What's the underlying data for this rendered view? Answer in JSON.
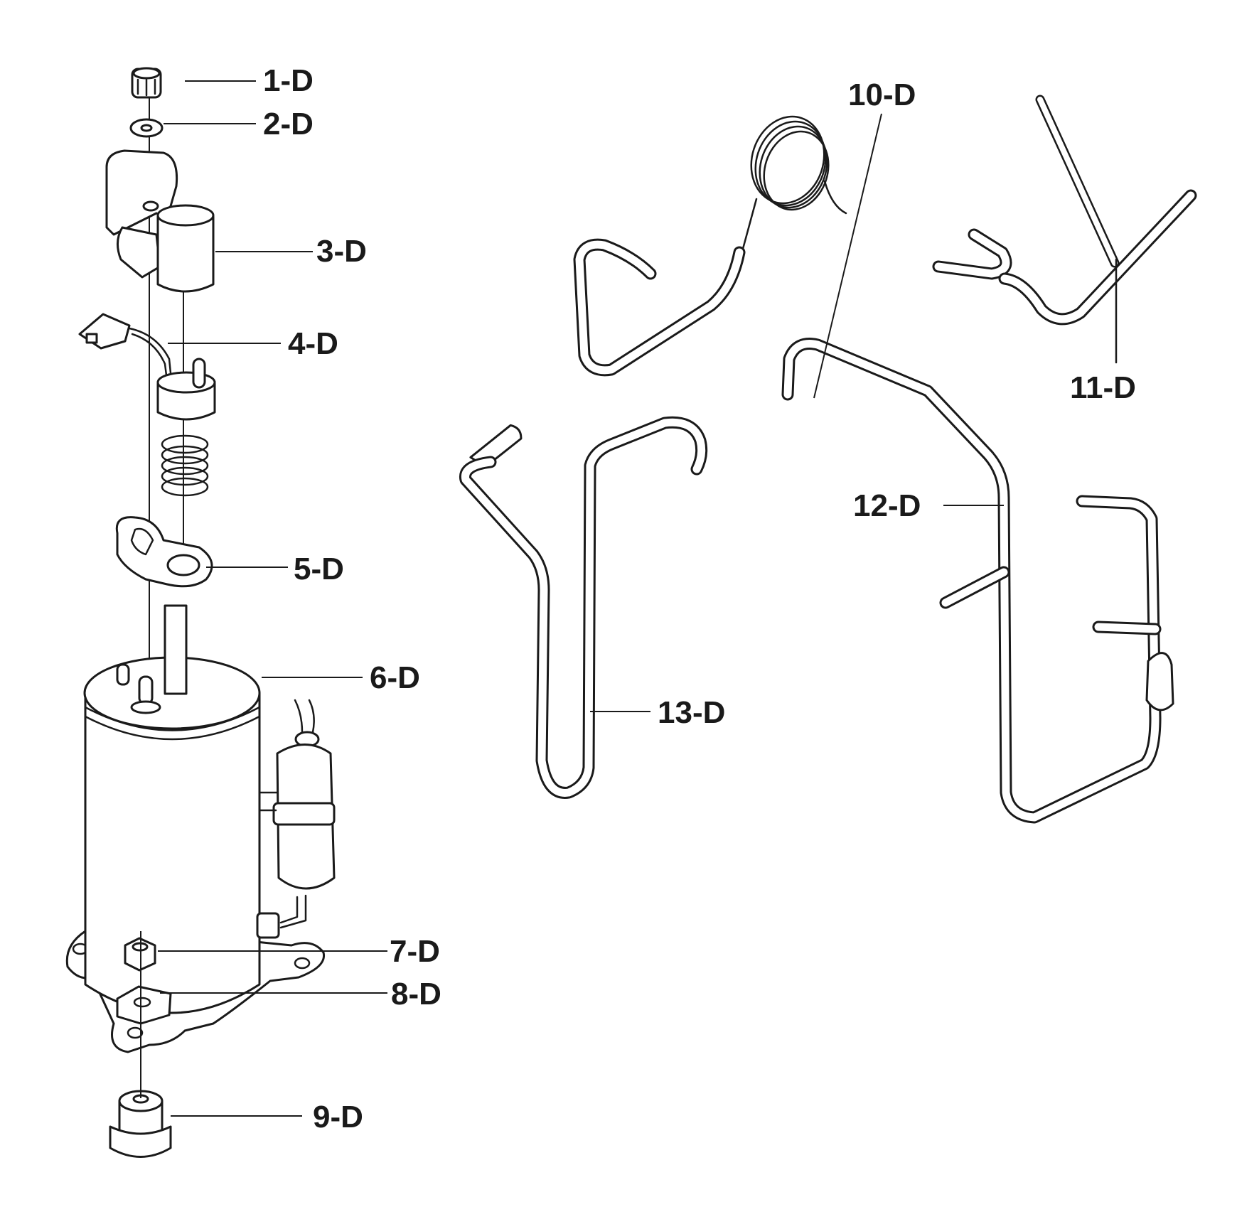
{
  "parts": [
    {
      "id": "1-D"
    },
    {
      "id": "2-D"
    },
    {
      "id": "3-D"
    },
    {
      "id": "4-D"
    },
    {
      "id": "5-D"
    },
    {
      "id": "6-D"
    },
    {
      "id": "7-D"
    },
    {
      "id": "8-D"
    },
    {
      "id": "9-D"
    },
    {
      "id": "10-D"
    },
    {
      "id": "11-D"
    },
    {
      "id": "12-D"
    },
    {
      "id": "13-D"
    }
  ],
  "colors": {
    "line": "#1a1a1a",
    "background": "#ffffff"
  }
}
